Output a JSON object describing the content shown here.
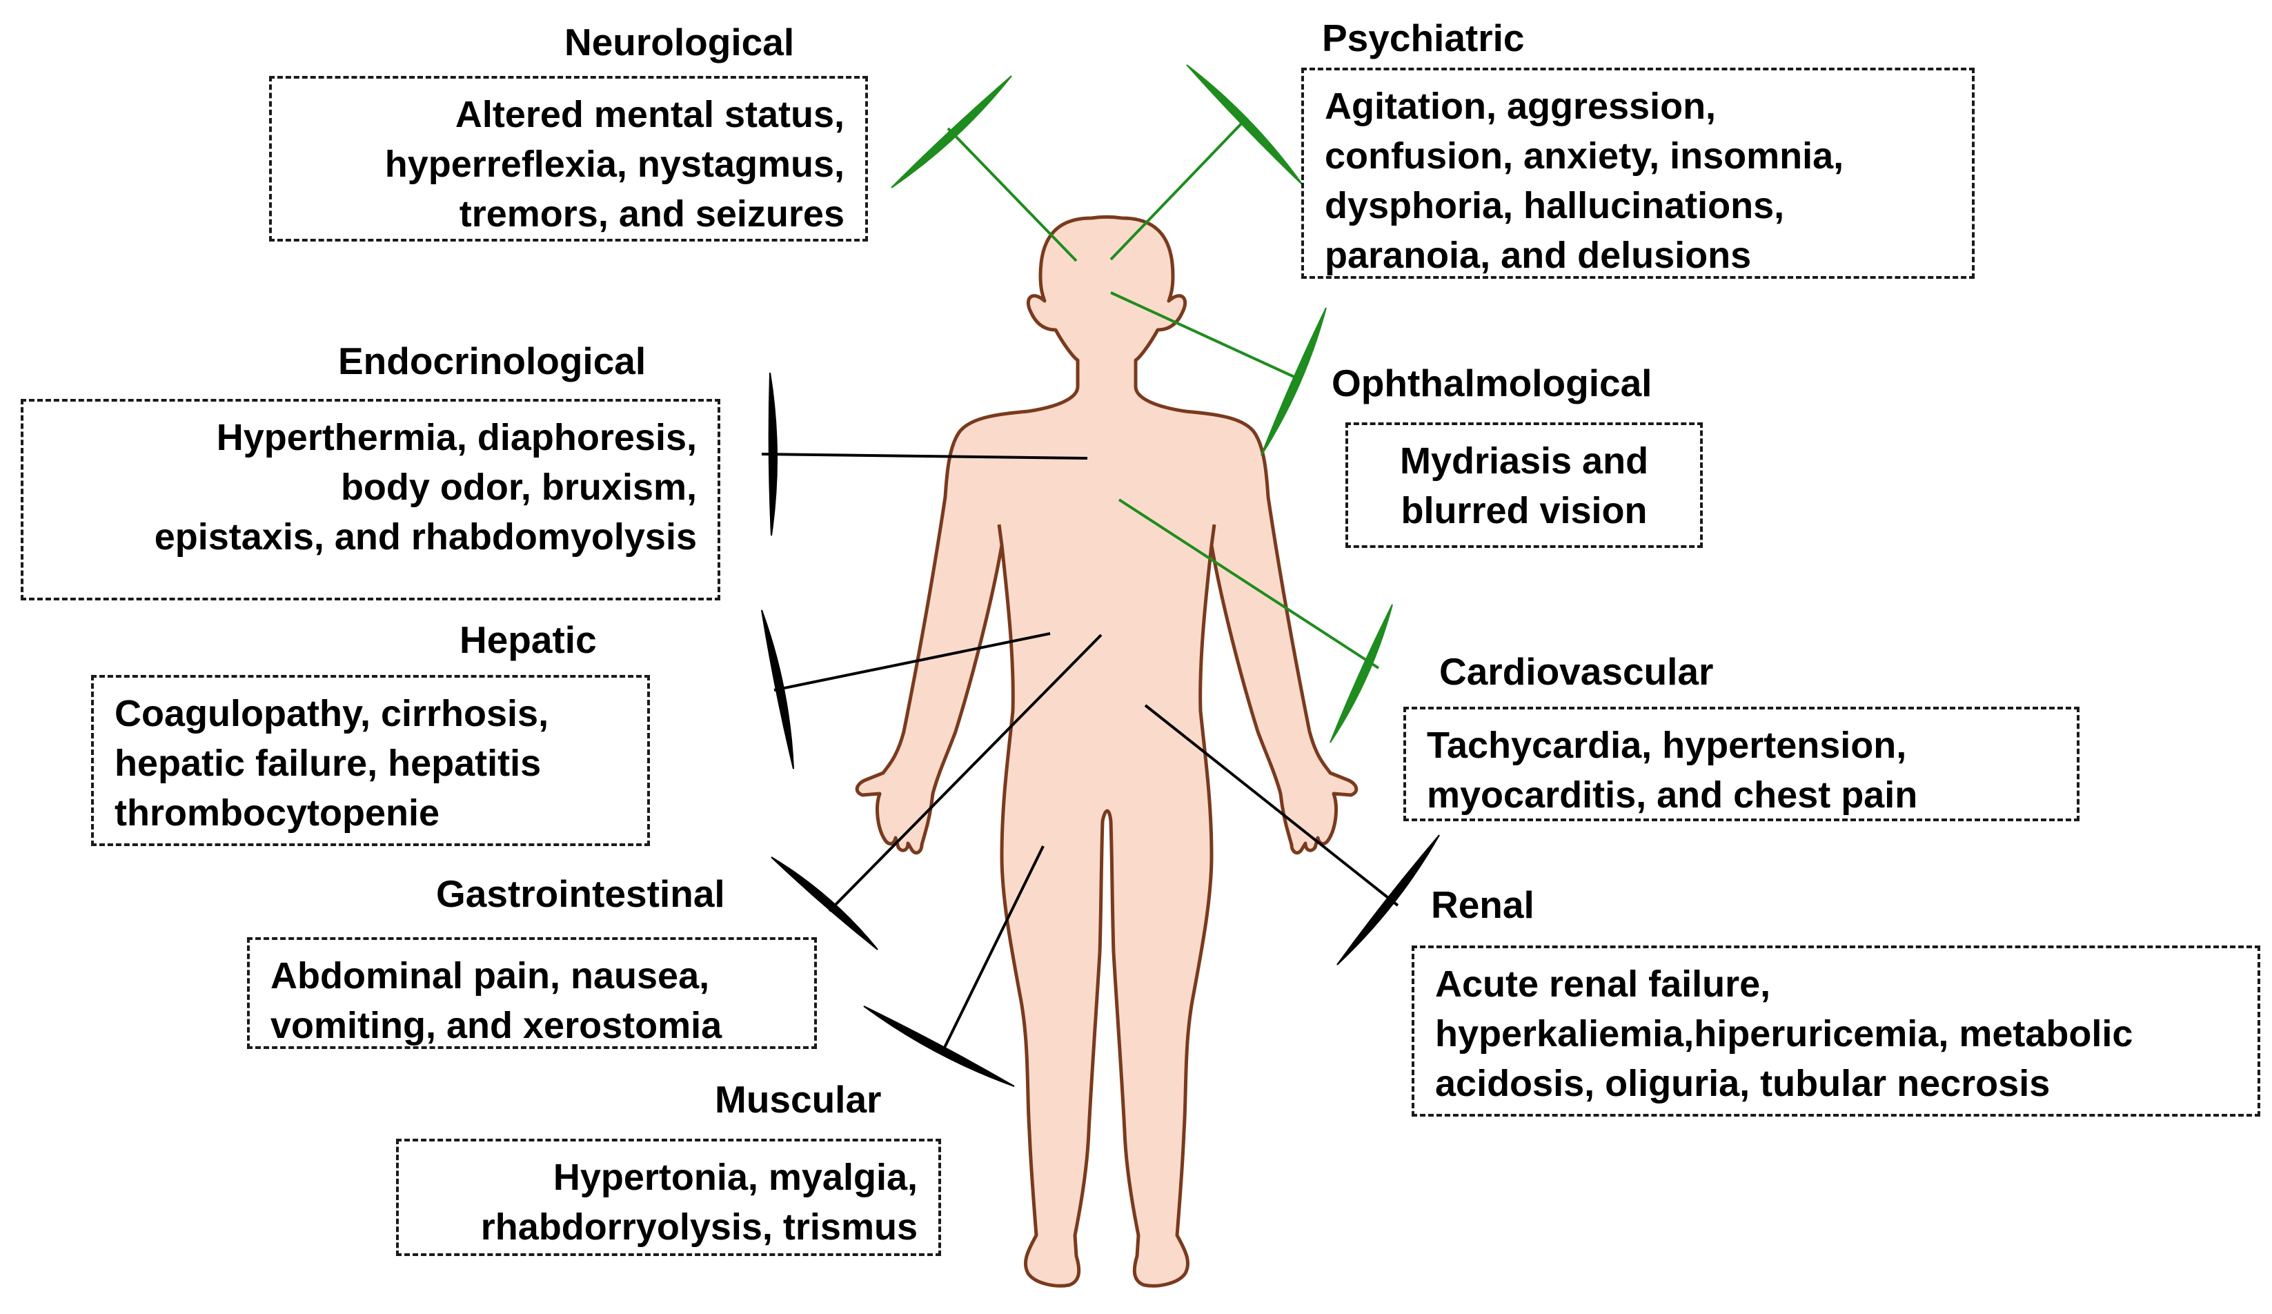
{
  "colors": {
    "body_fill": "#FADBCB",
    "body_outline": "#7A3A1E",
    "green_pointer": "#1E8C1E",
    "black_pointer": "#000000",
    "box_border": "#1a1a1a"
  },
  "groups": {
    "neurological": {
      "title": "Neurological",
      "lines": [
        "Altered mental status,",
        "hyperreflexia, nystagmus,",
        "tremors, and seizures"
      ]
    },
    "psychiatric": {
      "title": "Psychiatric",
      "lines": [
        "Agitation, aggression,",
        "confusion, anxiety, insomnia,",
        "dysphoria, hallucinations,",
        "paranoia, and delusions"
      ]
    },
    "endocrinological": {
      "title": "Endocrinological",
      "lines": [
        "Hyperthermia, diaphoresis,",
        "body odor, bruxism,",
        "epistaxis, and rhabdomyolysis"
      ]
    },
    "ophthalmological": {
      "title": "Ophthalmological",
      "lines": [
        "Mydriasis and",
        "blurred vision"
      ]
    },
    "hepatic": {
      "title": "Hepatic",
      "lines": [
        "Coagulopathy, cirrhosis,",
        "hepatic failure, hepatitis",
        "thrombocytopenie"
      ]
    },
    "cardiovascular": {
      "title": "Cardiovascular",
      "lines": [
        "Tachycardia, hypertension,",
        "myocarditis, and chest pain"
      ]
    },
    "gastrointestinal": {
      "title": "Gastrointestinal",
      "lines": [
        "Abdominal pain, nausea,",
        "vomiting, and xerostomia"
      ]
    },
    "renal": {
      "title": "Renal",
      "lines": [
        "Acute renal failure,",
        "hyperkaliemia,hiperuricemia, metabolic",
        "acidosis, oliguria, tubular necrosis"
      ]
    },
    "muscular": {
      "title": "Muscular",
      "lines": [
        "Hypertonia, myalgia,",
        "rhabdorryolysis, trismus"
      ]
    }
  }
}
